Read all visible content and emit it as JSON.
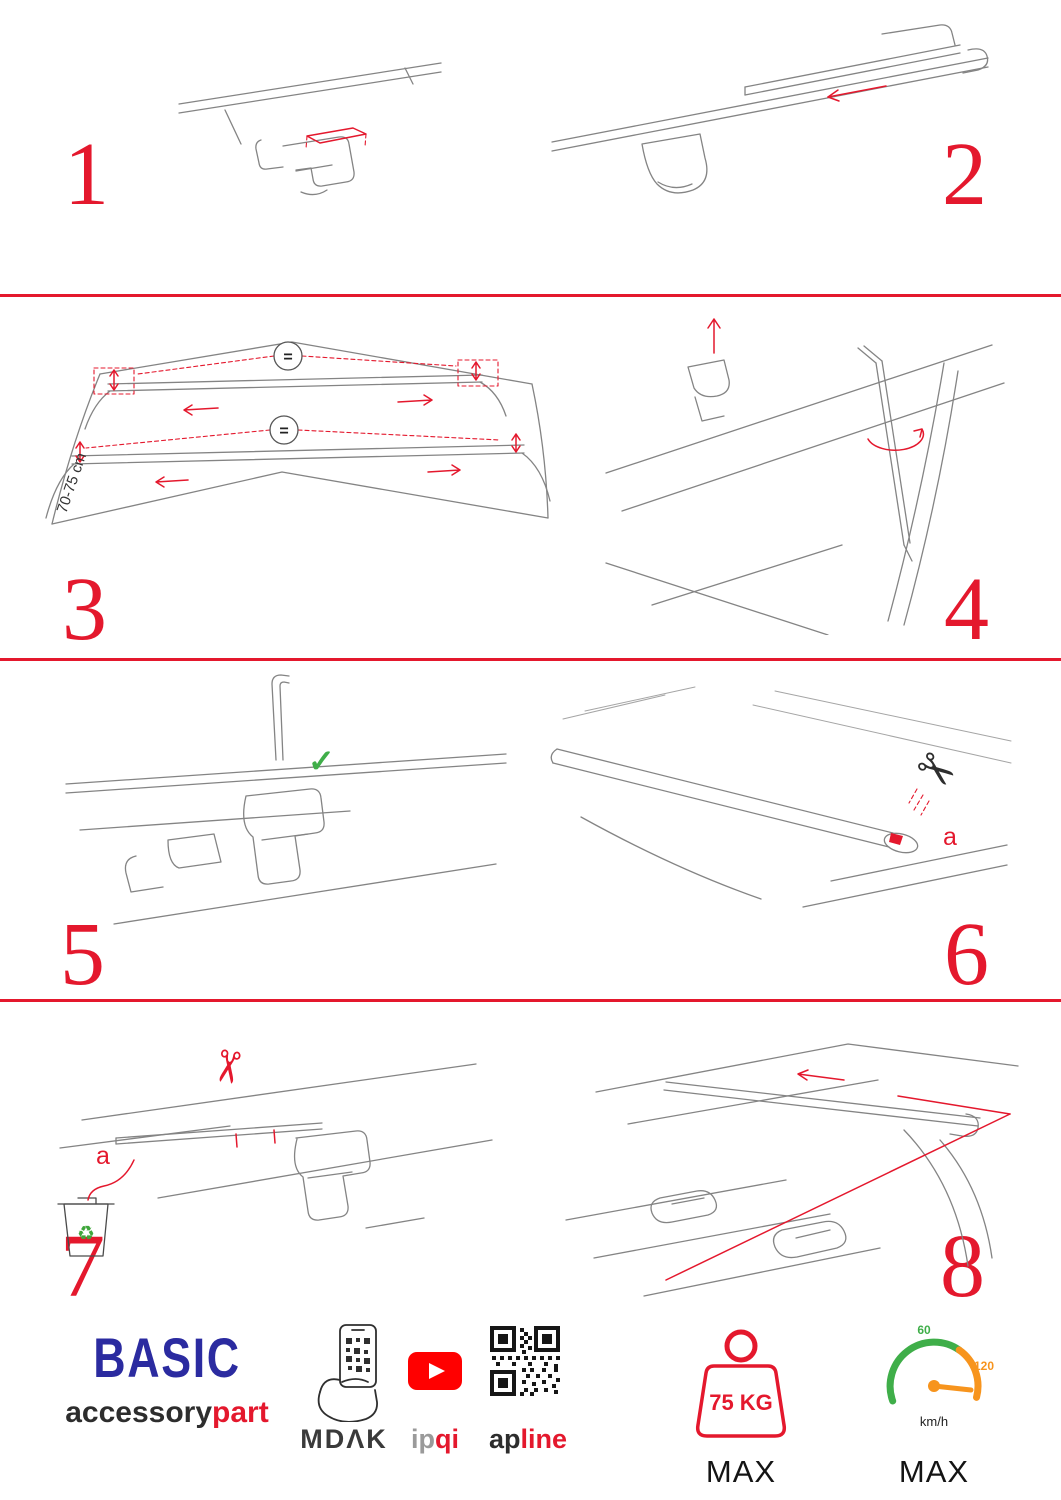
{
  "colors": {
    "accent_red": "#e4182d",
    "brand_blue": "#2b2ba0",
    "check_green": "#3fae49",
    "recycle_green": "#3fa63c",
    "gauge_green": "#3fae49",
    "gauge_orange": "#f7941d",
    "youtube_red": "#ff0000",
    "ink_gray": "#848484"
  },
  "icons": {
    "scissors": "✂",
    "check": "✓",
    "recycle": "♻"
  },
  "steps": {
    "s1": {
      "number": "1"
    },
    "s2": {
      "number": "2"
    },
    "s3": {
      "number": "3",
      "measurement": "70-75 cm",
      "equals": "="
    },
    "s4": {
      "number": "4"
    },
    "s5": {
      "number": "5"
    },
    "s6": {
      "number": "6",
      "part_label": "a"
    },
    "s7": {
      "number": "7",
      "part_label": "a"
    },
    "s8": {
      "number": "8"
    }
  },
  "footer": {
    "brand": {
      "title": "BASIC",
      "sub_dark": "accessory",
      "sub_red": "part"
    },
    "partners": {
      "mdak": "MDΛK",
      "ipqi_gray": "ip",
      "ipqi_red": "qi",
      "apline_dark": "ap",
      "apline_red": "line"
    },
    "weight": {
      "value": "75 KG",
      "max_label": "MAX"
    },
    "speed": {
      "low": "60",
      "high": "120",
      "unit": "km/h",
      "max_label": "MAX"
    }
  }
}
